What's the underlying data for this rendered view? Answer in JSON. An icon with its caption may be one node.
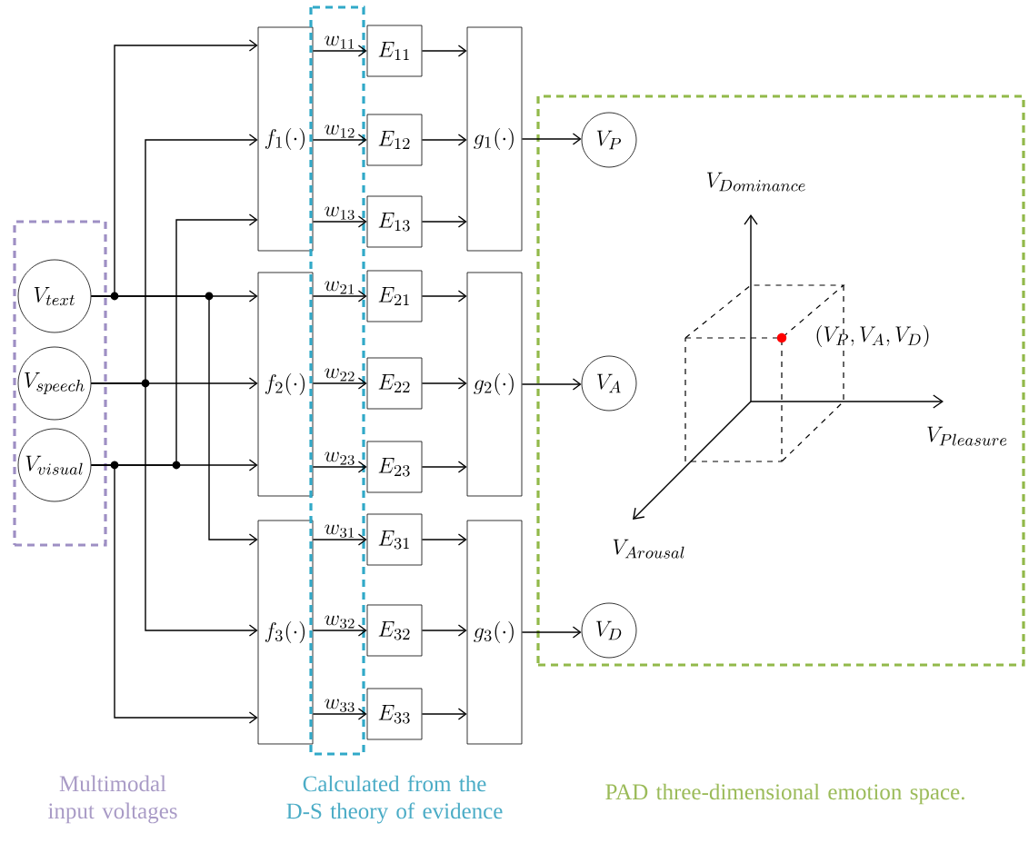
{
  "diagram": {
    "nodes": [
      {
        "text": [],
        "shape": "box"
      },
      {
        "text": [
          "V_{text}"
        ],
        "in": 0
      },
      {
        "text": [
          "V_{speech}"
        ],
        "in": 0
      },
      {
        "text": [
          "V_{visual}"
        ],
        "in": 0
      },
      {
        "text": [
          "f_{1}(\\cdot)"
        ]
      },
      {
        "text": [
          "f_{2}(\\cdot)"
        ]
      },
      {
        "text": [
          "f_{3}(\\cdot)"
        ]
      },
      {
        "text": [
          "E_{11}"
        ]
      },
      {
        "text": [
          "E_{12}"
        ]
      },
      {
        "text": [
          "E_{13}"
        ]
      },
      {
        "text": [
          "E_{21}"
        ]
      },
      {
        "text": [
          "E_{22}"
        ]
      },
      {
        "text": [
          "E_{23}"
        ]
      },
      {
        "text": [
          "E_{31}"
        ]
      },
      {
        "text": [
          "E_{32}"
        ]
      },
      {
        "text": [
          "E_{33}"
        ]
      },
      {
        "text": [
          "g_{1}(\\cdot)"
        ]
      },
      {
        "text": [
          "g_{2}(\\cdot)"
        ]
      },
      {
        "text": [
          "g_{3}(\\cdot)"
        ]
      },
      {
        "text": [],
        "shape": "box"
      },
      {
        "text": [
          "V_{P}"
        ],
        "in": 19
      },
      {
        "text": [
          "V_{A}"
        ],
        "in": 19
      },
      {
        "text": [
          "V_{D}"
        ],
        "in": 19
      }
    ],
    "edges": [
      {
        "from": 1,
        "to": 4,
        "arrow": "to"
      },
      {
        "from": 1,
        "to": 5,
        "arrow": "to"
      },
      {
        "from": 1,
        "to": 6,
        "arrow": "to"
      },
      {
        "from": 2,
        "to": 4,
        "arrow": "to"
      },
      {
        "from": 2,
        "to": 5,
        "arrow": "to"
      },
      {
        "from": 2,
        "to": 6,
        "arrow": "to"
      },
      {
        "from": 3,
        "to": 4,
        "arrow": "to"
      },
      {
        "from": 3,
        "to": 5,
        "arrow": "to"
      },
      {
        "from": 3,
        "to": 6,
        "arrow": "to"
      },
      {
        "from": 4,
        "to": 7,
        "arrow": "to",
        "label": "w_{11}"
      },
      {
        "from": 4,
        "to": 8,
        "arrow": "to",
        "label": "w_{12}"
      },
      {
        "from": 4,
        "to": 9,
        "arrow": "to",
        "label": "w_{13}"
      },
      {
        "from": 5,
        "to": 10,
        "arrow": "to",
        "label": "w_{21}"
      },
      {
        "from": 5,
        "to": 11,
        "arrow": "to",
        "label": "w_{22}"
      },
      {
        "from": 5,
        "to": 12,
        "arrow": "to",
        "label": "w_{23}"
      },
      {
        "from": 6,
        "to": 13,
        "arrow": "to",
        "label": "w_{31}"
      },
      {
        "from": 6,
        "to": 14,
        "arrow": "to",
        "label": "w_{32}"
      },
      {
        "from": 6,
        "to": 15,
        "arrow": "to",
        "label": "w_{33}"
      },
      {
        "from": 7,
        "to": 16,
        "arrow": "to"
      },
      {
        "from": 8,
        "to": 16,
        "arrow": "to"
      },
      {
        "from": 9,
        "to": 16,
        "arrow": "to"
      },
      {
        "from": 10,
        "to": 17,
        "arrow": "to"
      },
      {
        "from": 11,
        "to": 17,
        "arrow": "to"
      },
      {
        "from": 12,
        "to": 17,
        "arrow": "to"
      },
      {
        "from": 13,
        "to": 18,
        "arrow": "to"
      },
      {
        "from": 14,
        "to": 18,
        "arrow": "to"
      },
      {
        "from": 15,
        "to": 18,
        "arrow": "to"
      },
      {
        "from": 16,
        "to": 20,
        "arrow": "to"
      },
      {
        "from": 17,
        "to": 21,
        "arrow": "to"
      },
      {
        "from": 18,
        "to": 22,
        "arrow": "to"
      }
    ],
    "labels": [
      "V_{Dominance}",
      "(V_{P},V_{A},V_{D})",
      "V_{Pleasure}",
      "V_{Arousal}",
      "Multimodal input voltages",
      "Calculated from the D-S theory of evidence",
      "PAD three-dimensional emotion space."
    ]
  }
}
